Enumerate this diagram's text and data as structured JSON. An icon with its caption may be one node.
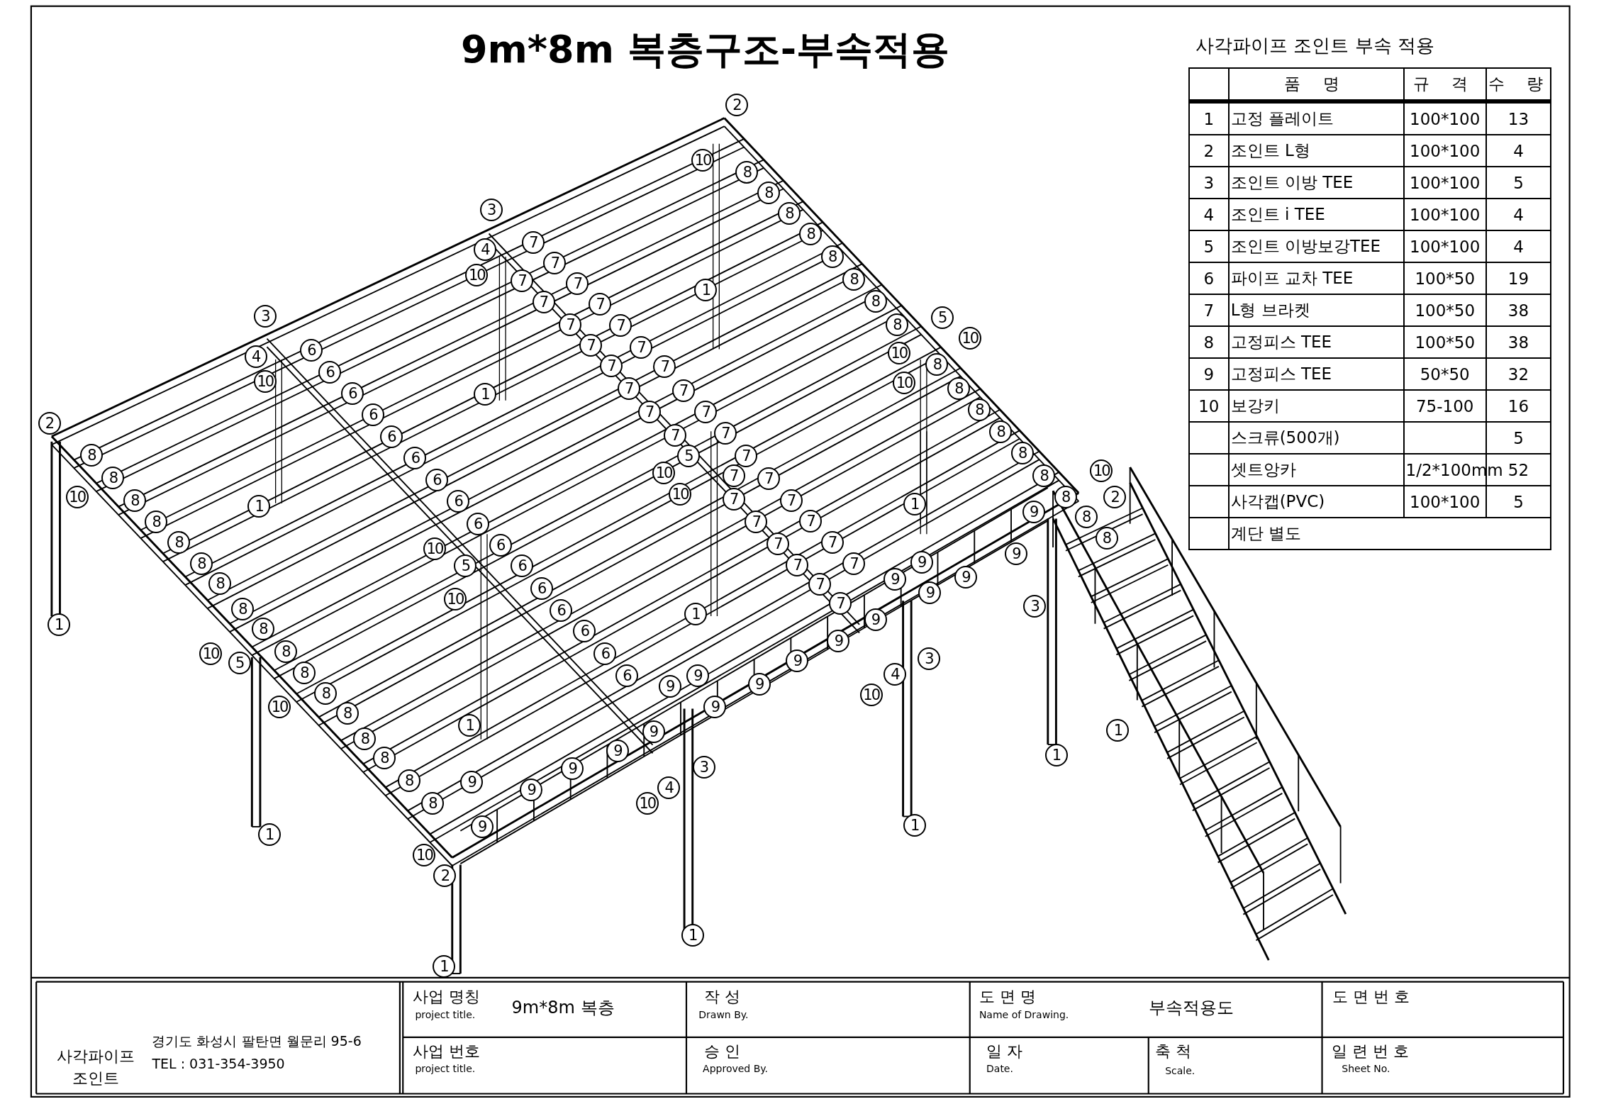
{
  "diagram": {
    "title": "9m*8m 복층구조-부속적용",
    "labels": [
      "사각파이프 조인트 부속 적용",
      "품 명",
      "규 격",
      "수 량",
      "1",
      "고정 플레이트",
      "100*100",
      "13",
      "2",
      "조인트 L형",
      "100*100",
      "4",
      "3",
      "조인트 이방 TEE",
      "100*100",
      "5",
      "4",
      "조인트 i TEE",
      "100*100",
      "4",
      "5",
      "조인트 이방보강TEE",
      "100*100",
      "4",
      "6",
      "파이프 교차 TEE",
      "100*50",
      "19",
      "7",
      "L형 브라켓",
      "100*50",
      "38",
      "8",
      "고정피스 TEE",
      "100*50",
      "38",
      "9",
      "고정피스 TEE",
      "50*50",
      "32",
      "10",
      "보강키",
      "75-100",
      "16",
      "스크류(500개)",
      "5",
      "셋트앙카",
      "1/2*100mm",
      "52",
      "사각캡(PVC)",
      "100*100",
      "5",
      "계단 별도",
      "2",
      "10",
      "8",
      "8",
      "3",
      "8",
      "4",
      "7",
      "8",
      "7",
      "8",
      "10",
      "7",
      "7",
      "1",
      "8",
      "7",
      "7",
      "8",
      "3",
      "7",
      "7",
      "8",
      "5",
      "10",
      "4",
      "6",
      "7",
      "7",
      "10",
      "6",
      "7",
      "7",
      "8",
      "10",
      "6",
      "1",
      "7",
      "7",
      "10",
      "8",
      "2",
      "6",
      "7",
      "7",
      "8",
      "6",
      "7",
      "7",
      "8",
      "8",
      "6",
      "5",
      "7",
      "8",
      "8",
      "6",
      "10",
      "7",
      "7",
      "8",
      "10",
      "10",
      "8",
      "1",
      "6",
      "10",
      "7",
      "7",
      "1",
      "9",
      "8",
      "2",
      "8",
      "6",
      "7",
      "7",
      "8",
      "8",
      "10",
      "6",
      "7",
      "7",
      "8",
      "9",
      "8",
      "5",
      "6",
      "7",
      "7",
      "9",
      "8",
      "6",
      "7",
      "9",
      "9",
      "9",
      "8",
      "10",
      "6",
      "1",
      "7",
      "3",
      "1",
      "8",
      "6",
      "9",
      "9",
      "10",
      "5",
      "8",
      "6",
      "9",
      "3",
      "8",
      "6",
      "9",
      "9",
      "9",
      "4",
      "10",
      "8",
      "8",
      "9",
      "10",
      "8",
      "1",
      "9",
      "1",
      "8",
      "9",
      "1",
      "9",
      "3",
      "8",
      "9",
      "9",
      "4",
      "8",
      "10",
      "1",
      "9",
      "1",
      "10",
      "2",
      "1",
      "1",
      "사각파이프 조인트",
      "경기도 화성시 팔탄면 월문리 95-6",
      "TEL : 031-354-3950",
      "사업 명칭",
      "project title.",
      "9m*8m 복층",
      "작 성",
      "Drawn By.",
      "도 면 명",
      "Name of Drawing.",
      "부속적용도",
      "도 면 번 호",
      "사업 번호",
      "project title.",
      "승 인",
      "Approved By.",
      "일 자",
      "Date.",
      "축 척",
      "Scale.",
      "일 련 번 호",
      "Sheet No."
    ]
  }
}
